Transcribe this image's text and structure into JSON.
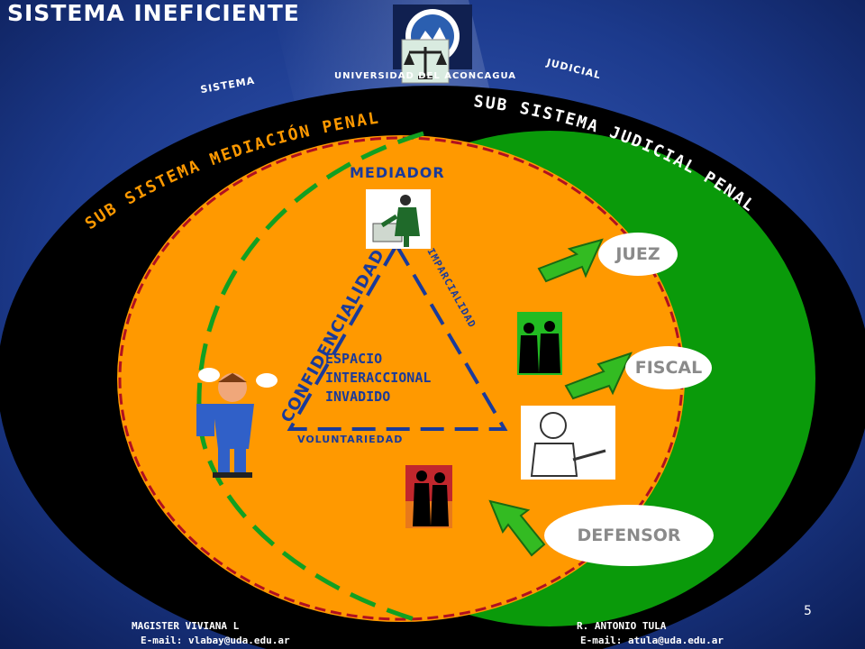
{
  "slide": {
    "title": "SISTEMA INEFICIENTE",
    "university_line": "UNIVERSIDAD DEL ACONCAGUA",
    "top_word_left": "SISTEMA",
    "top_word_right": "JUDICIAL",
    "arc_left": "SUB SISTEMA  MEDIACIÓN PENAL",
    "arc_right": "SUB SISTEMA JUDICIAL PENAL",
    "mediador": "MEDIADOR",
    "side_left": "CONFIDENCIALIDAD",
    "side_right": "IMPARCIALIDAD",
    "base": "VOLUNTARIEDAD",
    "espacio": [
      "ESPACIO",
      "INTERACCIONAL",
      "INVADIDO"
    ],
    "juez": "JUEZ",
    "fiscal": "FISCAL",
    "defensor": "DEFENSOR",
    "page_number": "5",
    "footer_left_name": "MAGISTER VIVIANA L",
    "footer_left_email": "E-mail: vlabay@uda.edu.ar",
    "footer_right_name": "R. ANTONIO TULA",
    "footer_right_email": "E-mail: atula@uda.edu.ar"
  },
  "colors": {
    "background": "#16307a",
    "outer_ellipse": "#000000",
    "green_region": "#0a9a0a",
    "orange_region": "#ff9900",
    "triangle": "#1a3a9a",
    "arrow": "#33bb22",
    "dashed_red": "#b01020",
    "dashed_green": "#11a022",
    "arc_text": "#ff9900",
    "arc_text_right": "#ffffff"
  }
}
